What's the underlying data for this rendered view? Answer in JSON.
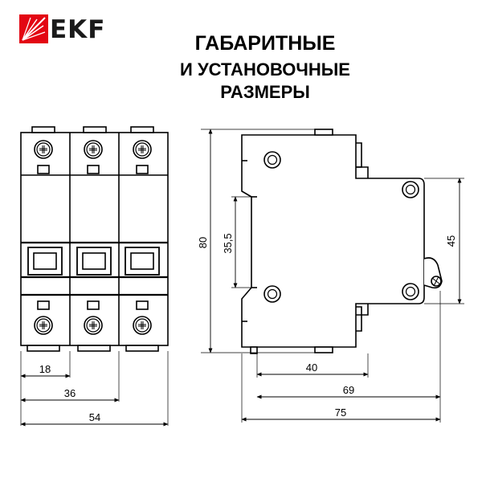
{
  "brand": {
    "name": "EKF",
    "accent_color": "#e30613"
  },
  "title": {
    "line1": "ГАБАРИТНЫЕ",
    "line2": "И УСТАНОВОЧНЫЕ",
    "line3": "РАЗМЕРЫ"
  },
  "front_view": {
    "dim_pole_width": "18",
    "dim_two_pole_width": "36",
    "dim_total_width": "54"
  },
  "side_view": {
    "dim_height": "80",
    "dim_rail_height": "35,5",
    "dim_right_height": "45",
    "dim_40": "40",
    "dim_69": "69",
    "dim_75": "75"
  }
}
